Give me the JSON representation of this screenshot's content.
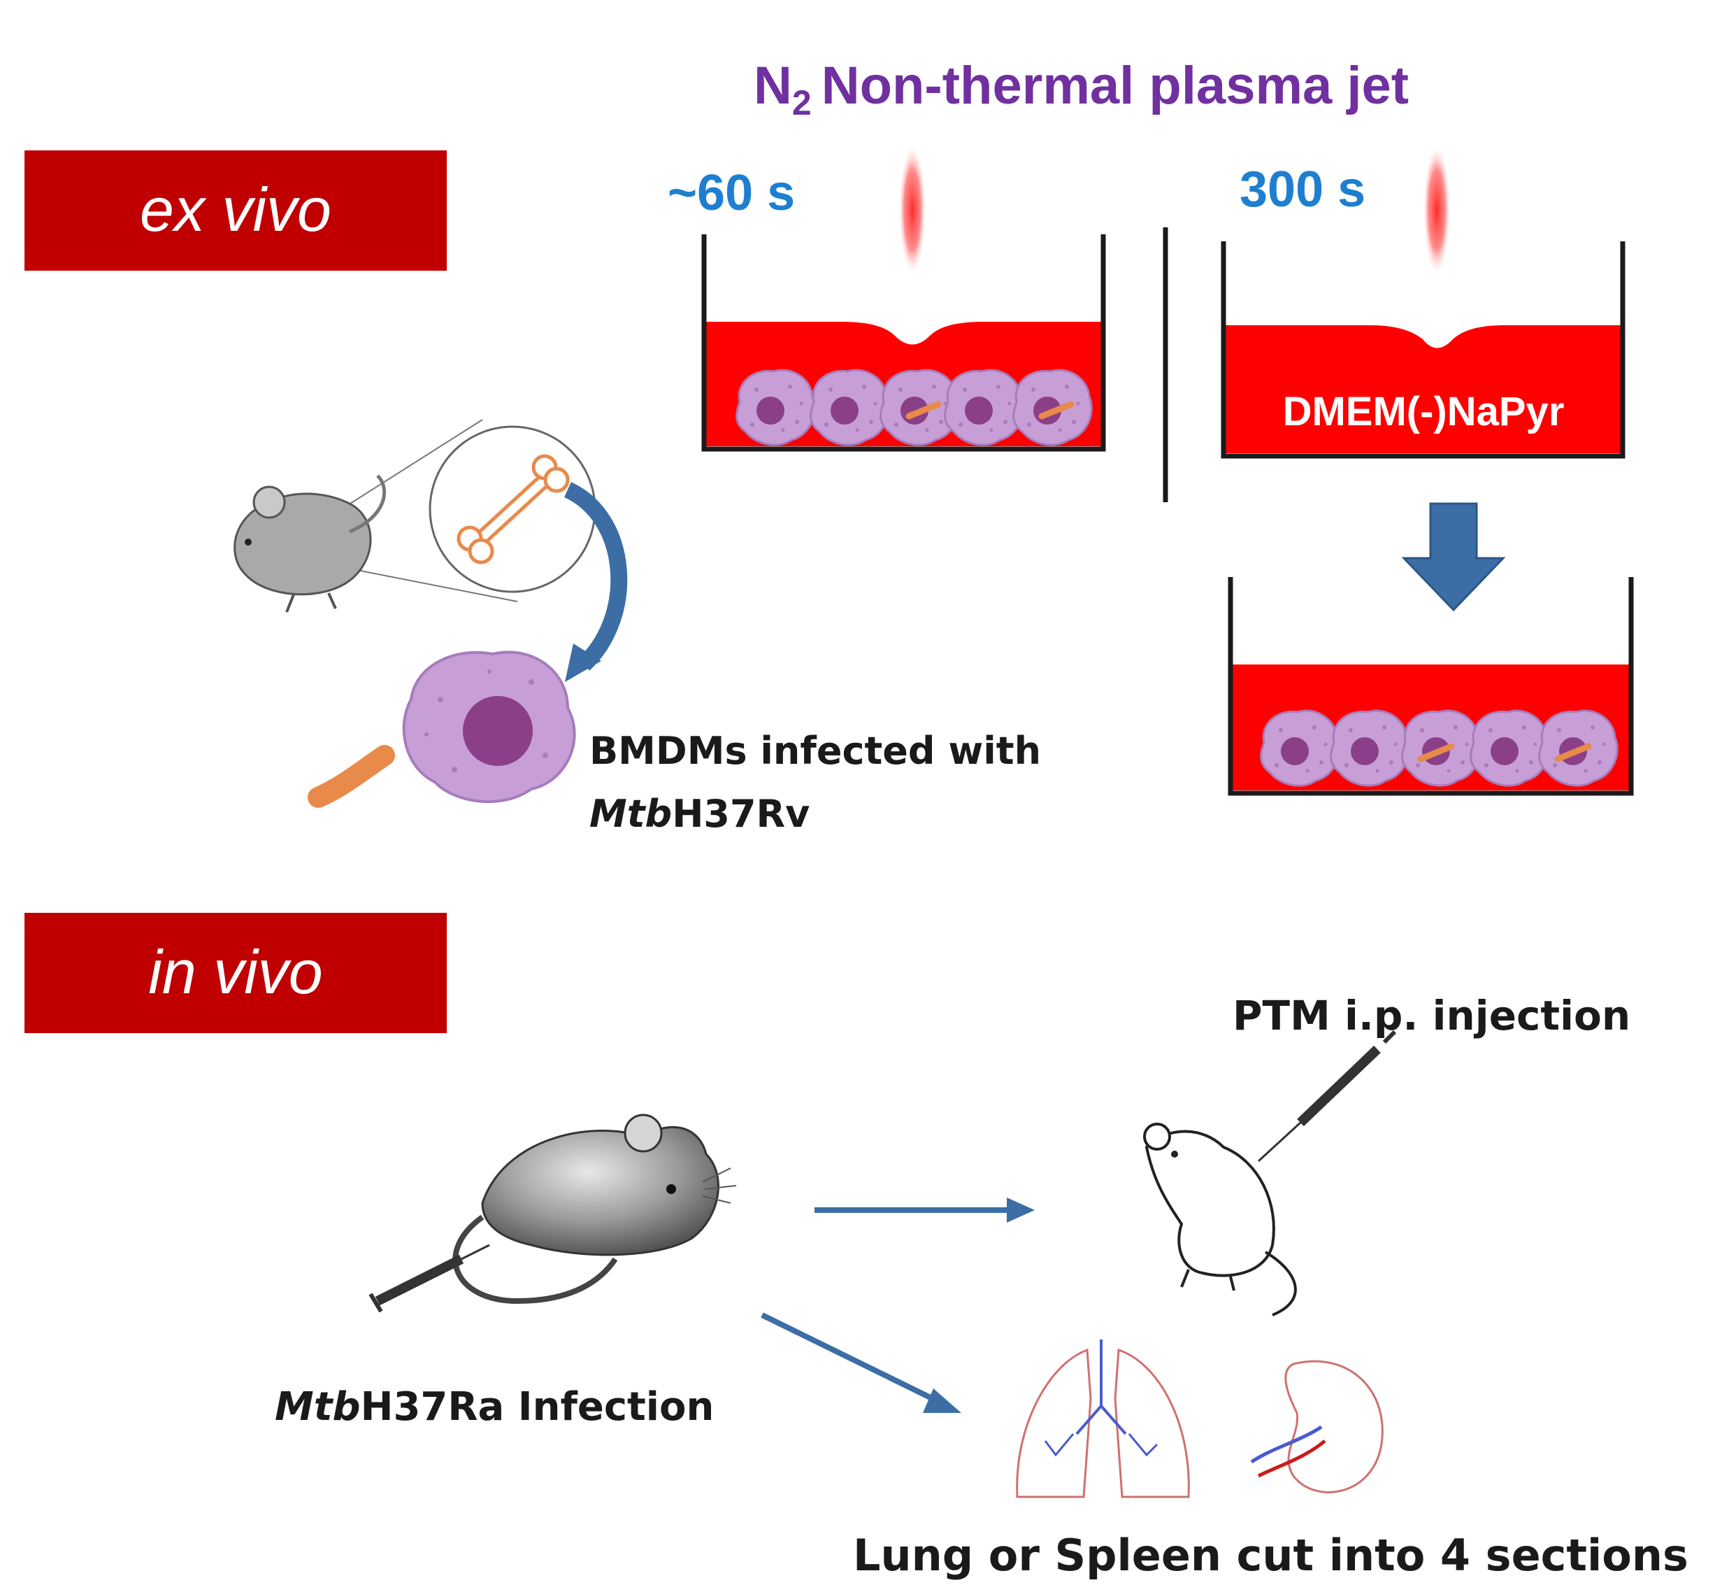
{
  "colors": {
    "banner_red": "#c00000",
    "plasma_purple": "#7030a0",
    "time_blue": "#1e7fd0",
    "medium_red": "#ff0000",
    "cell_purple": "#c79fd6",
    "nucleus": "#8a3f88",
    "arrow_blue": "#3c6ea5",
    "bacteria_orange": "#e88a4a"
  },
  "header": {
    "plasma_symbol": "N",
    "plasma_subscript": "2",
    "plasma_text": "Non-thermal  plasma jet"
  },
  "ex_vivo": {
    "banner": "ex vivo",
    "time_left": "~60 s",
    "time_right": "300 s",
    "medium_label": "DMEM(-)NaPyr",
    "cells_label_line1": "BMDMs infected with",
    "cells_label_line2_italic": "Mtb",
    "cells_label_line2_rest": "H37Rv"
  },
  "in_vivo": {
    "banner": "in vivo",
    "injection_label": "PTM i.p. injection",
    "infection_italic": "Mtb",
    "infection_rest": "H37Ra Infection",
    "organs_label": "Lung or Spleen cut into  4 sections"
  },
  "icons": [
    "mouse-icon",
    "bone-icon",
    "macrophage-icon",
    "bacterium-icon",
    "plasma-jet-icon",
    "culture-well-icon",
    "syringe-icon",
    "lung-icon",
    "spleen-icon"
  ]
}
